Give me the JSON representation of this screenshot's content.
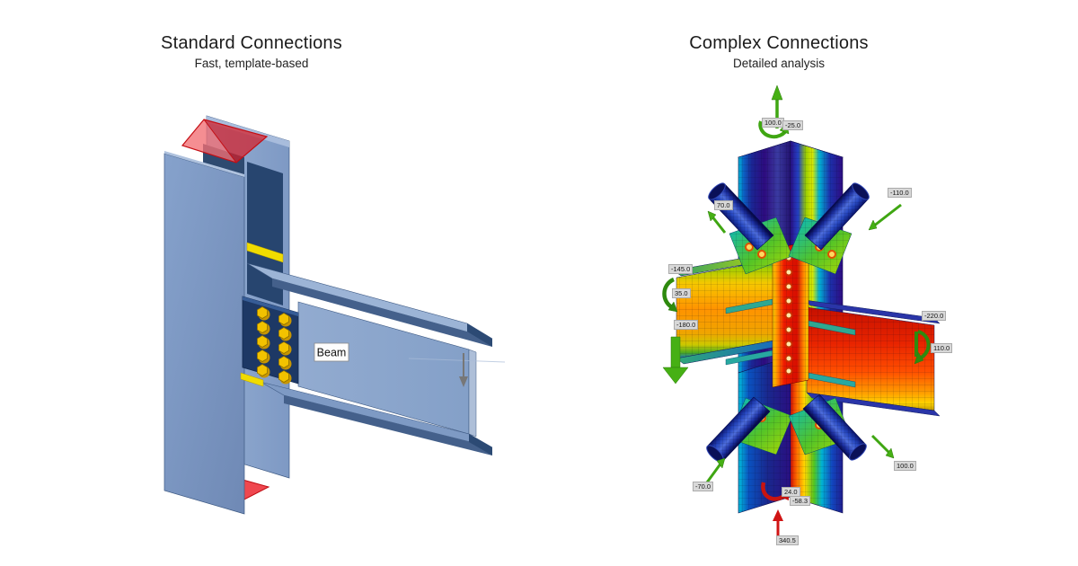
{
  "left_panel": {
    "title": "Standard Connections",
    "subtitle": "Fast, template-based",
    "beam_label": "Beam",
    "colors": {
      "steel_light": "#8CA6CB",
      "steel_mid": "#7E99C3",
      "steel_edge": "#44608B",
      "end_plate_navy": "#1D3865",
      "bolt_yellow": "#F2C200",
      "weld_yellow": "#F0DC00",
      "load_plate_red": "#D61E28"
    }
  },
  "right_panel": {
    "title": "Complex Connections",
    "subtitle": "Detailed analysis",
    "colors": {
      "arrow_green": "#3FA612",
      "arrow_red": "#D01414",
      "stress_scale": [
        "#2A0F8A",
        "#0B62C4",
        "#00B6D6",
        "#53C428",
        "#D9E800",
        "#FFD800",
        "#FF7A00",
        "#ED1A00"
      ]
    },
    "force_labels": [
      {
        "id": "top-axial",
        "value": "100.0"
      },
      {
        "id": "top-moment",
        "value": "-25.0"
      },
      {
        "id": "upper-right-load",
        "value": "-110.0"
      },
      {
        "id": "upper-left-load",
        "value": "70.0"
      },
      {
        "id": "left-shear",
        "value": "-145.0"
      },
      {
        "id": "left-moment",
        "value": "35.0"
      },
      {
        "id": "left-load",
        "value": "-180.0"
      },
      {
        "id": "right-shear",
        "value": "-220.0"
      },
      {
        "id": "right-moment",
        "value": "110.0"
      },
      {
        "id": "bottom-right-load",
        "value": "100.0"
      },
      {
        "id": "bottom-left-load",
        "value": "-70.0"
      },
      {
        "id": "bottom-moment-a",
        "value": "24.0"
      },
      {
        "id": "bottom-moment-b",
        "value": "-58.3"
      },
      {
        "id": "bottom-axial",
        "value": "340.5"
      }
    ]
  }
}
